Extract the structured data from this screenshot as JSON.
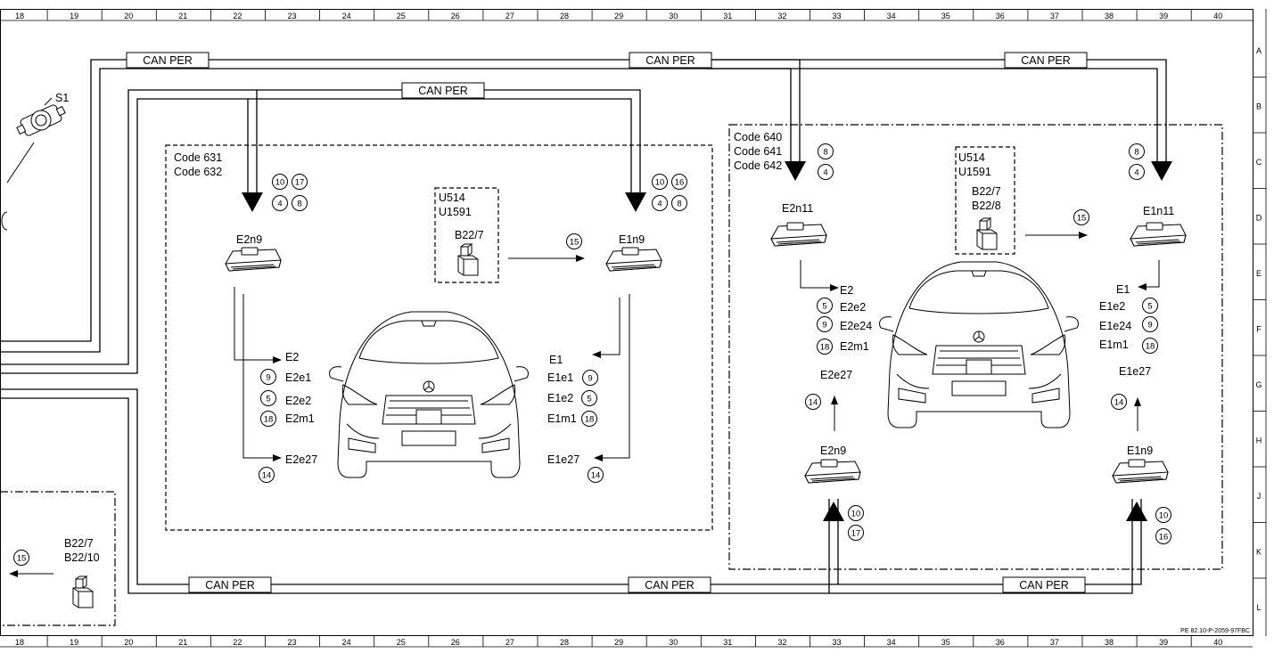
{
  "ruler": {
    "columns": [
      "18",
      "19",
      "20",
      "21",
      "22",
      "23",
      "24",
      "25",
      "26",
      "27",
      "28",
      "29",
      "30",
      "31",
      "32",
      "33",
      "34",
      "35",
      "36",
      "37",
      "38",
      "39",
      "40"
    ],
    "rows": [
      "A",
      "B",
      "C",
      "D",
      "E",
      "F",
      "G",
      "H",
      "J",
      "K",
      "L"
    ]
  },
  "footer_ref": "PE 82.10-P-2059-97FBC",
  "can_label": "CAN PER",
  "s1_label": "S1",
  "left_zone": {
    "codes": [
      "Code 631",
      "Code 632"
    ],
    "e2n9_label": "E2n9",
    "e2n9_circles": [
      "10",
      "17",
      "4",
      "8"
    ],
    "e1n9_label": "E1n9",
    "e1n9_circles": [
      "10",
      "16",
      "4",
      "8"
    ],
    "u_labels": [
      "U514",
      "U1591"
    ],
    "b_labels": [
      "B22/7"
    ],
    "arrow_circle": "15",
    "left_items": [
      {
        "name": "E2",
        "num": ""
      },
      {
        "name": "E2e1",
        "num": "9"
      },
      {
        "name": "E2e2",
        "num": "5"
      },
      {
        "name": "E2m1",
        "num": "18"
      },
      {
        "name": "E2e27",
        "num": "14"
      }
    ],
    "right_items": [
      {
        "name": "E1",
        "num": ""
      },
      {
        "name": "E1e1",
        "num": "9"
      },
      {
        "name": "E1e2",
        "num": "5"
      },
      {
        "name": "E1m1",
        "num": "18"
      },
      {
        "name": "E1e27",
        "num": "14"
      }
    ]
  },
  "right_zone": {
    "codes": [
      "Code 640",
      "Code 641",
      "Code 642"
    ],
    "e2n11_label": "E2n11",
    "e2n11_circles": [
      "8",
      "4"
    ],
    "e1n11_label": "E1n11",
    "e1n11_circles": [
      "8",
      "4"
    ],
    "u_labels": [
      "U514",
      "U1591"
    ],
    "b_labels": [
      "B22/7",
      "B22/8"
    ],
    "arrow_circle": "15",
    "left_items": [
      {
        "name": "E2",
        "num": ""
      },
      {
        "name": "E2e2",
        "num": "5"
      },
      {
        "name": "E2e24",
        "num": "9"
      },
      {
        "name": "E2m1",
        "num": "18"
      },
      {
        "name": "E2e27",
        "num": "14"
      }
    ],
    "right_items": [
      {
        "name": "E1",
        "num": ""
      },
      {
        "name": "E1e2",
        "num": "5"
      },
      {
        "name": "E1e24",
        "num": "9"
      },
      {
        "name": "E1m1",
        "num": "18"
      },
      {
        "name": "E1e27",
        "num": "14"
      }
    ],
    "e2n9_label": "E2n9",
    "e2n9_circles": [
      "10",
      "17"
    ],
    "e1n9_label": "E1n9",
    "e1n9_circles": [
      "10",
      "16"
    ]
  },
  "bottom_left": {
    "b_labels": [
      "B22/7",
      "B22/10"
    ],
    "arrow_circle": "15"
  }
}
